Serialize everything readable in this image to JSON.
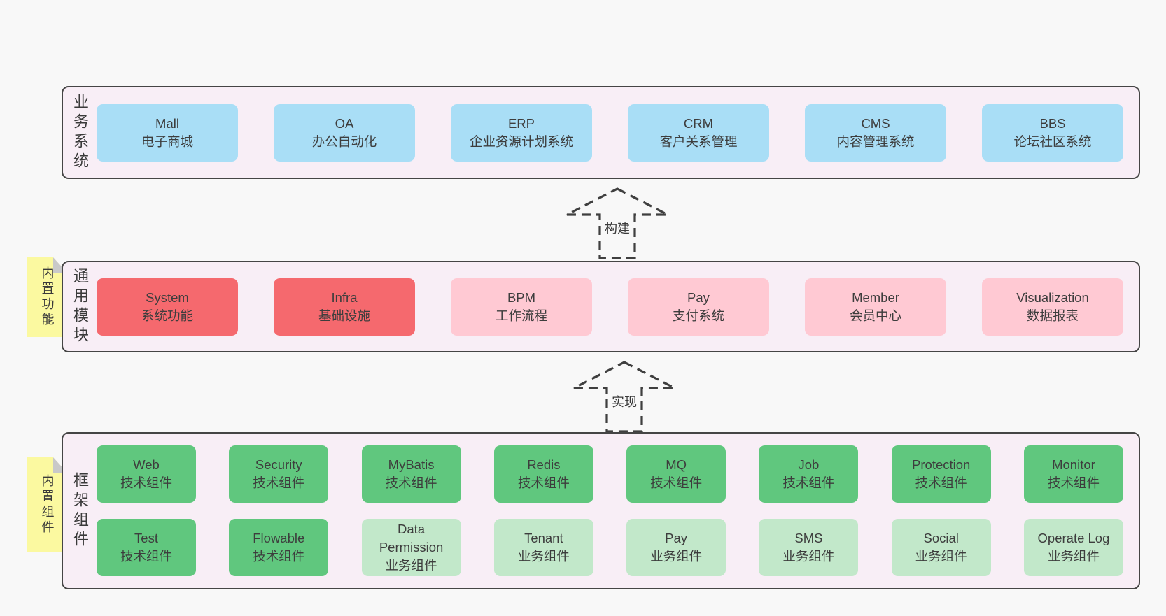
{
  "colors": {
    "page_bg": "#f8f8f8",
    "band_bg": "#f8eef6",
    "band_border": "#454545",
    "blue_box": "#a9def6",
    "red_box": "#f5696e",
    "pink_box": "#ffc9d3",
    "green_box": "#60c77e",
    "light_green_box": "#c2e8ca",
    "sticky_yellow": "#fbf9a0",
    "text": "#3d3d3d"
  },
  "arrows": {
    "build": "构建",
    "implement": "实现"
  },
  "bands": {
    "business": {
      "label": "业务系统",
      "boxes": [
        {
          "name": "Mall",
          "desc": "电子商城"
        },
        {
          "name": "OA",
          "desc": "办公自动化"
        },
        {
          "name": "ERP",
          "desc": "企业资源计划系统"
        },
        {
          "name": "CRM",
          "desc": "客户关系管理"
        },
        {
          "name": "CMS",
          "desc": "内容管理系统"
        },
        {
          "name": "BBS",
          "desc": "论坛社区系统"
        }
      ]
    },
    "modules": {
      "label": "通用模块",
      "sticky": "内置功能",
      "boxes": [
        {
          "name": "System",
          "desc": "系统功能"
        },
        {
          "name": "Infra",
          "desc": "基础设施"
        },
        {
          "name": "BPM",
          "desc": "工作流程"
        },
        {
          "name": "Pay",
          "desc": "支付系统"
        },
        {
          "name": "Member",
          "desc": "会员中心"
        },
        {
          "name": "Visualization",
          "desc": "数据报表"
        }
      ]
    },
    "components": {
      "label": "框架组件",
      "sticky": "内置组件",
      "row1": [
        {
          "name": "Web",
          "desc": "技术组件"
        },
        {
          "name": "Security",
          "desc": "技术组件"
        },
        {
          "name": "MyBatis",
          "desc": "技术组件"
        },
        {
          "name": "Redis",
          "desc": "技术组件"
        },
        {
          "name": "MQ",
          "desc": "技术组件"
        },
        {
          "name": "Job",
          "desc": "技术组件"
        },
        {
          "name": "Protection",
          "desc": "技术组件"
        },
        {
          "name": "Monitor",
          "desc": "技术组件"
        }
      ],
      "row2": [
        {
          "name": "Test",
          "desc": "技术组件"
        },
        {
          "name": "Flowable",
          "desc": "技术组件"
        },
        {
          "name": "Data Permission",
          "desc": "业务组件"
        },
        {
          "name": "Tenant",
          "desc": "业务组件"
        },
        {
          "name": "Pay",
          "desc": "业务组件"
        },
        {
          "name": "SMS",
          "desc": "业务组件"
        },
        {
          "name": "Social",
          "desc": "业务组件"
        },
        {
          "name": "Operate Log",
          "desc": "业务组件"
        }
      ]
    }
  }
}
